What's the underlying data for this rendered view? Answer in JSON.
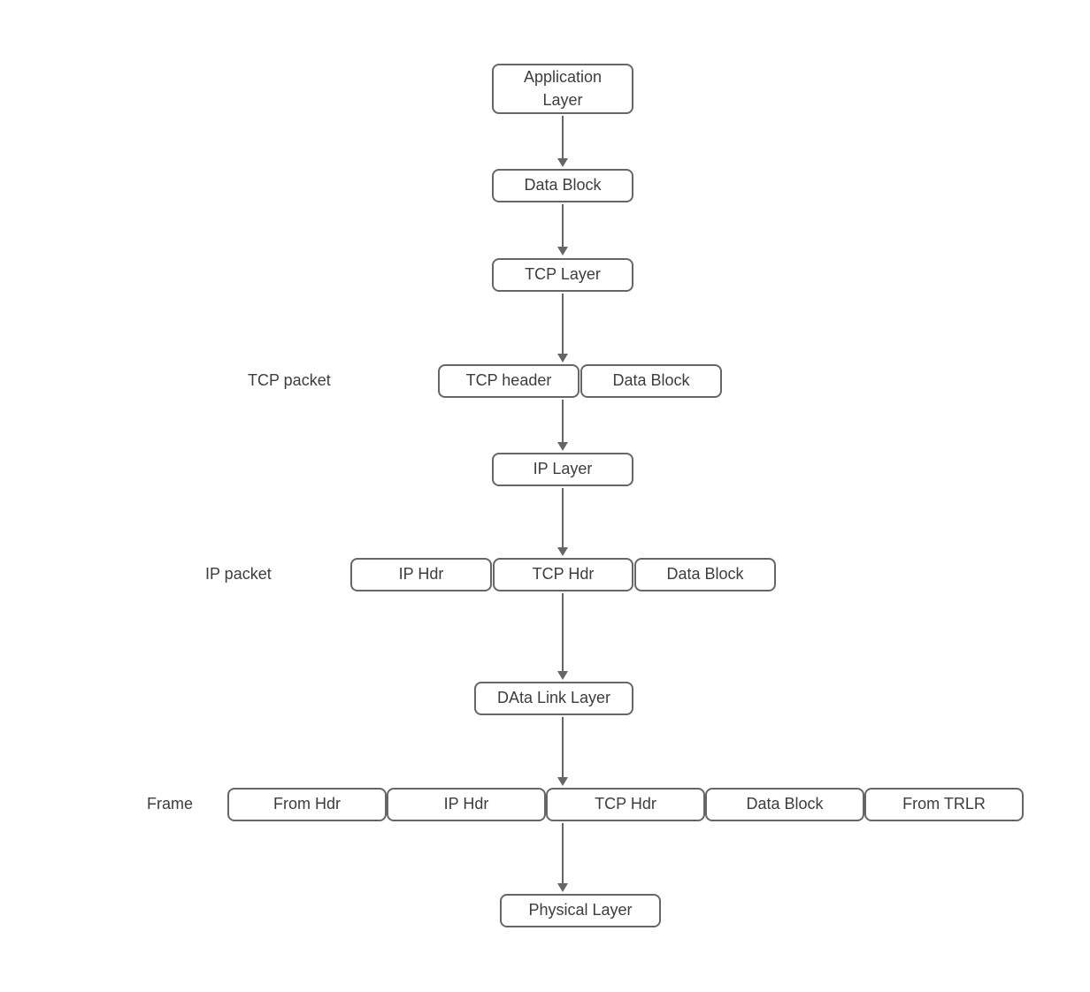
{
  "diagram": {
    "colors": {
      "box_border": "#666666",
      "box_fill": "#ffffff",
      "text": "#3d3d3d",
      "arrow": "#666666",
      "background": "#ffffff"
    },
    "nodes": {
      "application_layer": "Application\nLayer",
      "data_block_top": "Data Block",
      "tcp_layer": "TCP Layer",
      "ip_layer": "IP Layer",
      "data_link_layer": "DAta Link Layer",
      "physical_layer": "Physical Layer"
    },
    "rows": {
      "tcp_packet": {
        "label": "TCP packet",
        "segments": [
          "TCP header",
          "Data Block"
        ]
      },
      "ip_packet": {
        "label": "IP packet",
        "segments": [
          "IP Hdr",
          "TCP Hdr",
          "Data Block"
        ]
      },
      "frame": {
        "label": "Frame",
        "segments": [
          "From Hdr",
          "IP Hdr",
          "TCP Hdr",
          "Data Block",
          "From TRLR"
        ]
      }
    }
  }
}
